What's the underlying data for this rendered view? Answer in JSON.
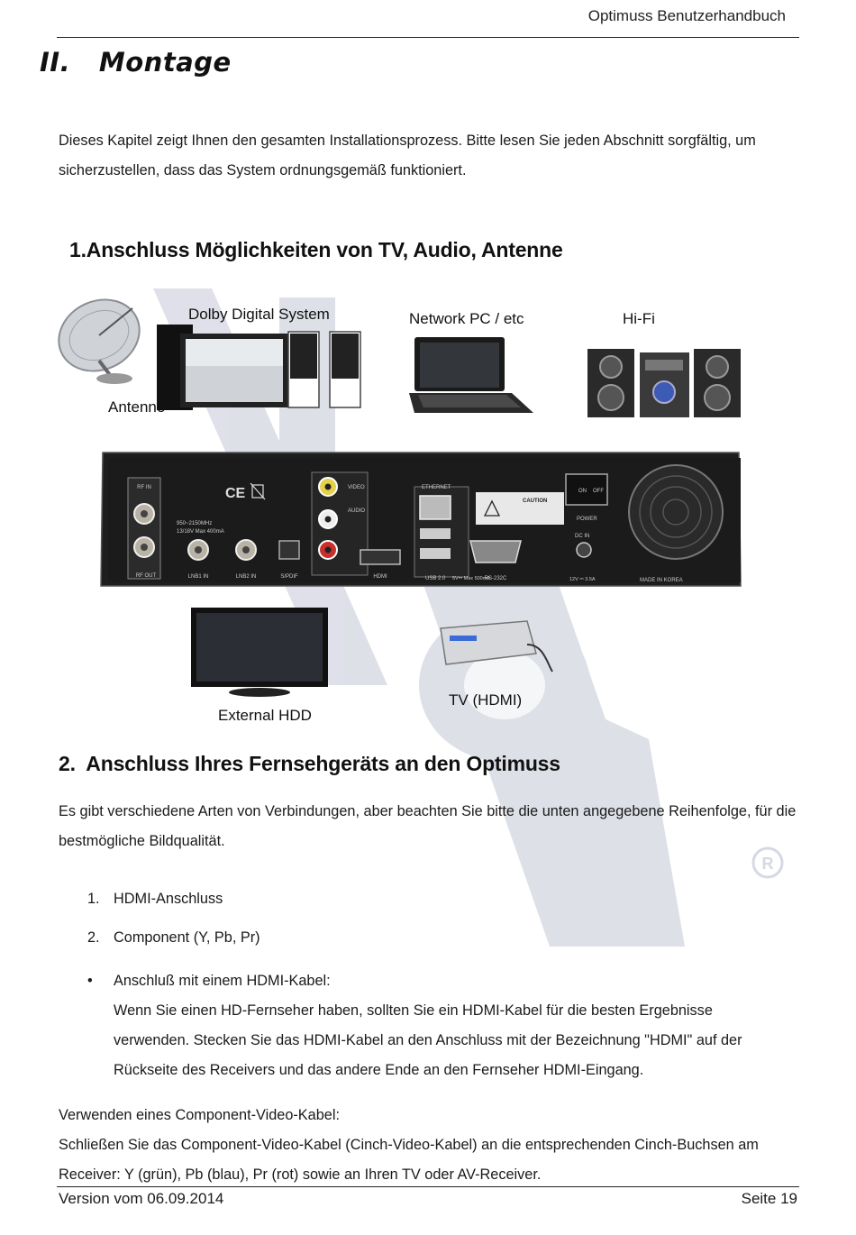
{
  "header": {
    "title": "Optimuss Benutzerhandbuch"
  },
  "chapter": {
    "title": "II.   Montage"
  },
  "intro": "Dieses Kapitel zeigt Ihnen den gesamten Installationsprozess. Bitte lesen Sie jeden Abschnitt sorgfältig, um sicherzustellen, dass das System ordnungsgemäß funktioniert.",
  "section1": {
    "title": "1.Anschluss Möglichkeiten von TV, Audio, Antenne",
    "labels": {
      "dolby": "Dolby Digital System",
      "network": "Network PC / etc",
      "hifi": "Hi-Fi",
      "antenne": "Antenne",
      "hdd": "External HDD",
      "tv": "TV (HDMI)"
    },
    "receiver": {
      "rf_in": "RF IN",
      "rf_out": "RF OUT",
      "spec": "950~2150MHz",
      "spec2": "13/18V Max 400mA",
      "lnb1": "LNB1 IN",
      "lnb2": "LNB2 IN",
      "spdif": "S/PDIF",
      "video": "VIDEO",
      "audio": "AUDIO",
      "hdmi": "HDMI",
      "ethernet": "ETHERNET",
      "usb": "USB 2.0",
      "usb_spec": "5V⎓ Max 500mA",
      "rs232": "RS-232C",
      "caution": "CAUTION",
      "power": "POWER",
      "on": "ON",
      "off": "OFF",
      "dc_in": "DC IN",
      "dc_spec": "12V ⎓ 3.5A",
      "made_in": "MADE IN KOREA",
      "ce": "CE"
    }
  },
  "section2": {
    "title": "2.  Anschluss Ihres Fernsehgeräts an den Optimuss",
    "intro": "Es gibt verschiedene Arten von Verbindungen, aber beachten Sie bitte die unten angegebene Reihenfolge, für die bestmögliche Bildqualität.",
    "items": [
      {
        "num": "1.",
        "text": "HDMI-Anschluss"
      },
      {
        "num": "2.",
        "text": "Component (Y, Pb, Pr)"
      }
    ],
    "bullet": {
      "symbol": "•",
      "heading": "Anschluß mit einem HDMI-Kabel:",
      "text": "Wenn Sie einen HD-Fernseher haben, sollten Sie ein HDMI-Kabel für die besten Ergebnisse verwenden. Stecken Sie das HDMI-Kabel an den Anschluss mit der Bezeichnung \"HDMI\" auf der Rückseite des Receivers und das andere Ende an den Fernseher HDMI-Eingang."
    },
    "component": {
      "heading": "Verwenden eines Component-Video-Kabel:",
      "text": "Schließen Sie das Component-Video-Kabel (Cinch-Video-Kabel) an die entsprechenden Cinch-Buchsen am Receiver: Y (grün), Pb (blau), Pr (rot) sowie an Ihren TV oder AV-Receiver."
    }
  },
  "footer": {
    "version": "Version vom 06.09.2014",
    "page": "Seite 19"
  },
  "colors": {
    "watermark": "#d6d8e3",
    "text": "#1a1a1a",
    "receiver_body": "#1e1e1e"
  }
}
